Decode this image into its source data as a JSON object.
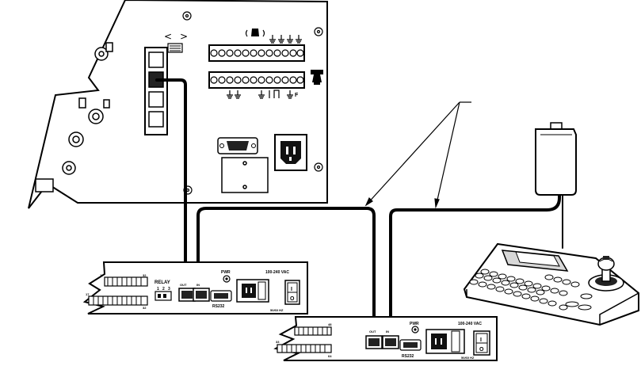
{
  "devices": {
    "recorder": {
      "symbols": [
        "speaker-alarm-icon",
        "ground-icon",
        "camera-icon",
        "relay-contact-icon"
      ],
      "ground_letter": "F"
    },
    "hub1": {
      "relay_title": "RELAY",
      "relay_numbers": [
        "1",
        "2",
        "3"
      ],
      "port_out": "OUT",
      "port_in": "IN",
      "pwr": "PWR",
      "voltage": "100-240 VAC",
      "serial": "RS232",
      "frequency": "50/60  HZ",
      "switch_on": "I",
      "switch_off": "O",
      "terminal_top_left": "17",
      "terminal_top_right": "32",
      "terminal_bottom_left": "17",
      "terminal_bottom_right": "32"
    },
    "hub2": {
      "port_out": "OUT",
      "port_in": "IN",
      "pwr": "PWR",
      "voltage": "100-240 VAC",
      "serial": "RS232",
      "frequency": "50/60  HZ",
      "switch_on": "I",
      "switch_off": "O",
      "terminal_top_right": "48",
      "terminal_bottom_left": "33",
      "terminal_bottom_right": "64"
    },
    "power_supply": {
      "icon": "wall-adapter-icon"
    },
    "keyboard": {
      "icon": "joystick-keyboard-icon"
    }
  },
  "colors": {
    "line": "#000000",
    "panel": "#ffffff",
    "shade": "#9a9a9a"
  }
}
